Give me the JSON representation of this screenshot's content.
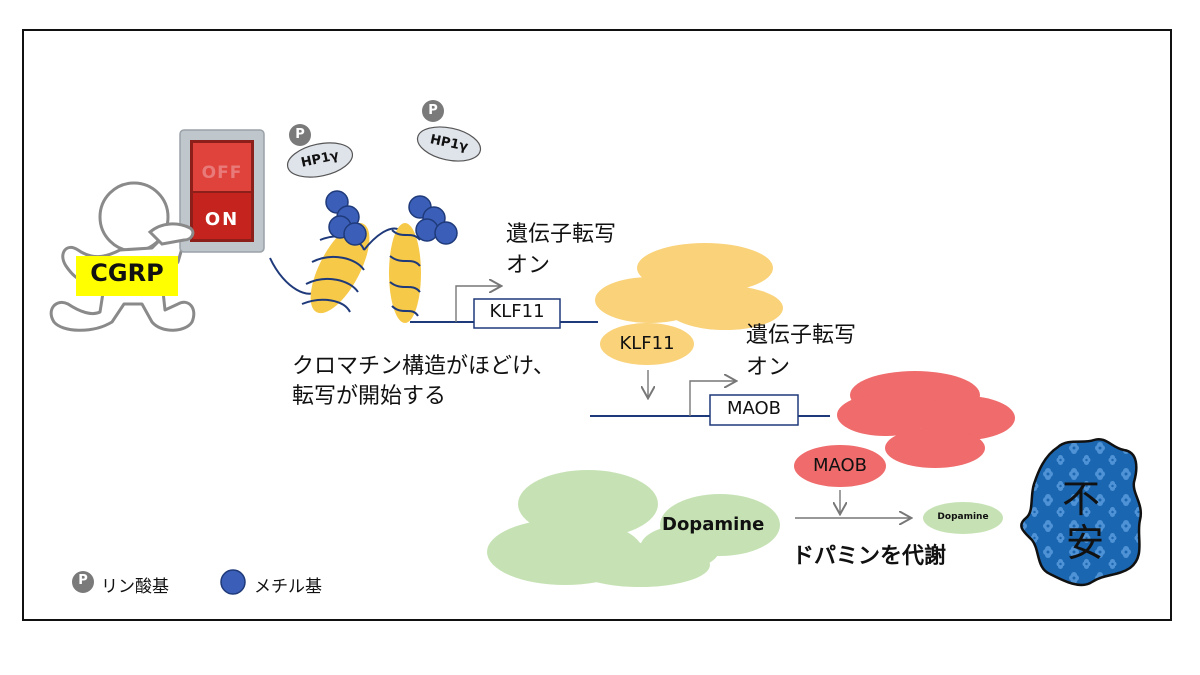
{
  "colors": {
    "frame": "#111111",
    "dna": "#1f3a7a",
    "methyl": "#3b5fb8",
    "klf_yellow": "#f9d27a",
    "maob_red": "#f06b6b",
    "dopamine_green": "#c6e2b4",
    "anxiety_blue": "#1a66b0",
    "switch_red": "#d9302a",
    "cgrp_yellow": "#ffff00",
    "hp1_grey": "#dfe3ea",
    "phospho_grey": "#7a7a7a",
    "arrow_grey": "#777777"
  },
  "icons": {
    "switch": "power-switch-icon",
    "person": "stick-figure-icon",
    "anxiety": "anxiety-blob-icon",
    "phosphate": "phosphate-circle-icon",
    "methyl": "methyl-ball-icon"
  },
  "switch": {
    "off_label": "OFF",
    "on_label": "ON"
  },
  "cgrp_label": "CGRP",
  "hp1": {
    "label1": "HP1γ",
    "label2": "HP1γ",
    "p_label1": "P",
    "p_label2": "P"
  },
  "chromatin_text": {
    "line1": "クロマチン構造がほどけ、",
    "line2": "転写が開始する"
  },
  "gene1": {
    "box_label": "KLF11",
    "protein_label": "KLF11",
    "on_line1": "遺伝子転写",
    "on_line2": "オン"
  },
  "gene2": {
    "box_label": "MAOB",
    "protein_label": "MAOB",
    "on_line1": "遺伝子転写",
    "on_line2": "オン"
  },
  "dopamine": {
    "big_label": "Dopamine",
    "small_label": "Dopamine",
    "metabolism_text": "ドパミンを代謝"
  },
  "anxiety": {
    "char1": "不",
    "char2": "安"
  },
  "legend": {
    "p_symbol": "P",
    "p_label": "リン酸基",
    "methyl_label": "メチル基"
  }
}
